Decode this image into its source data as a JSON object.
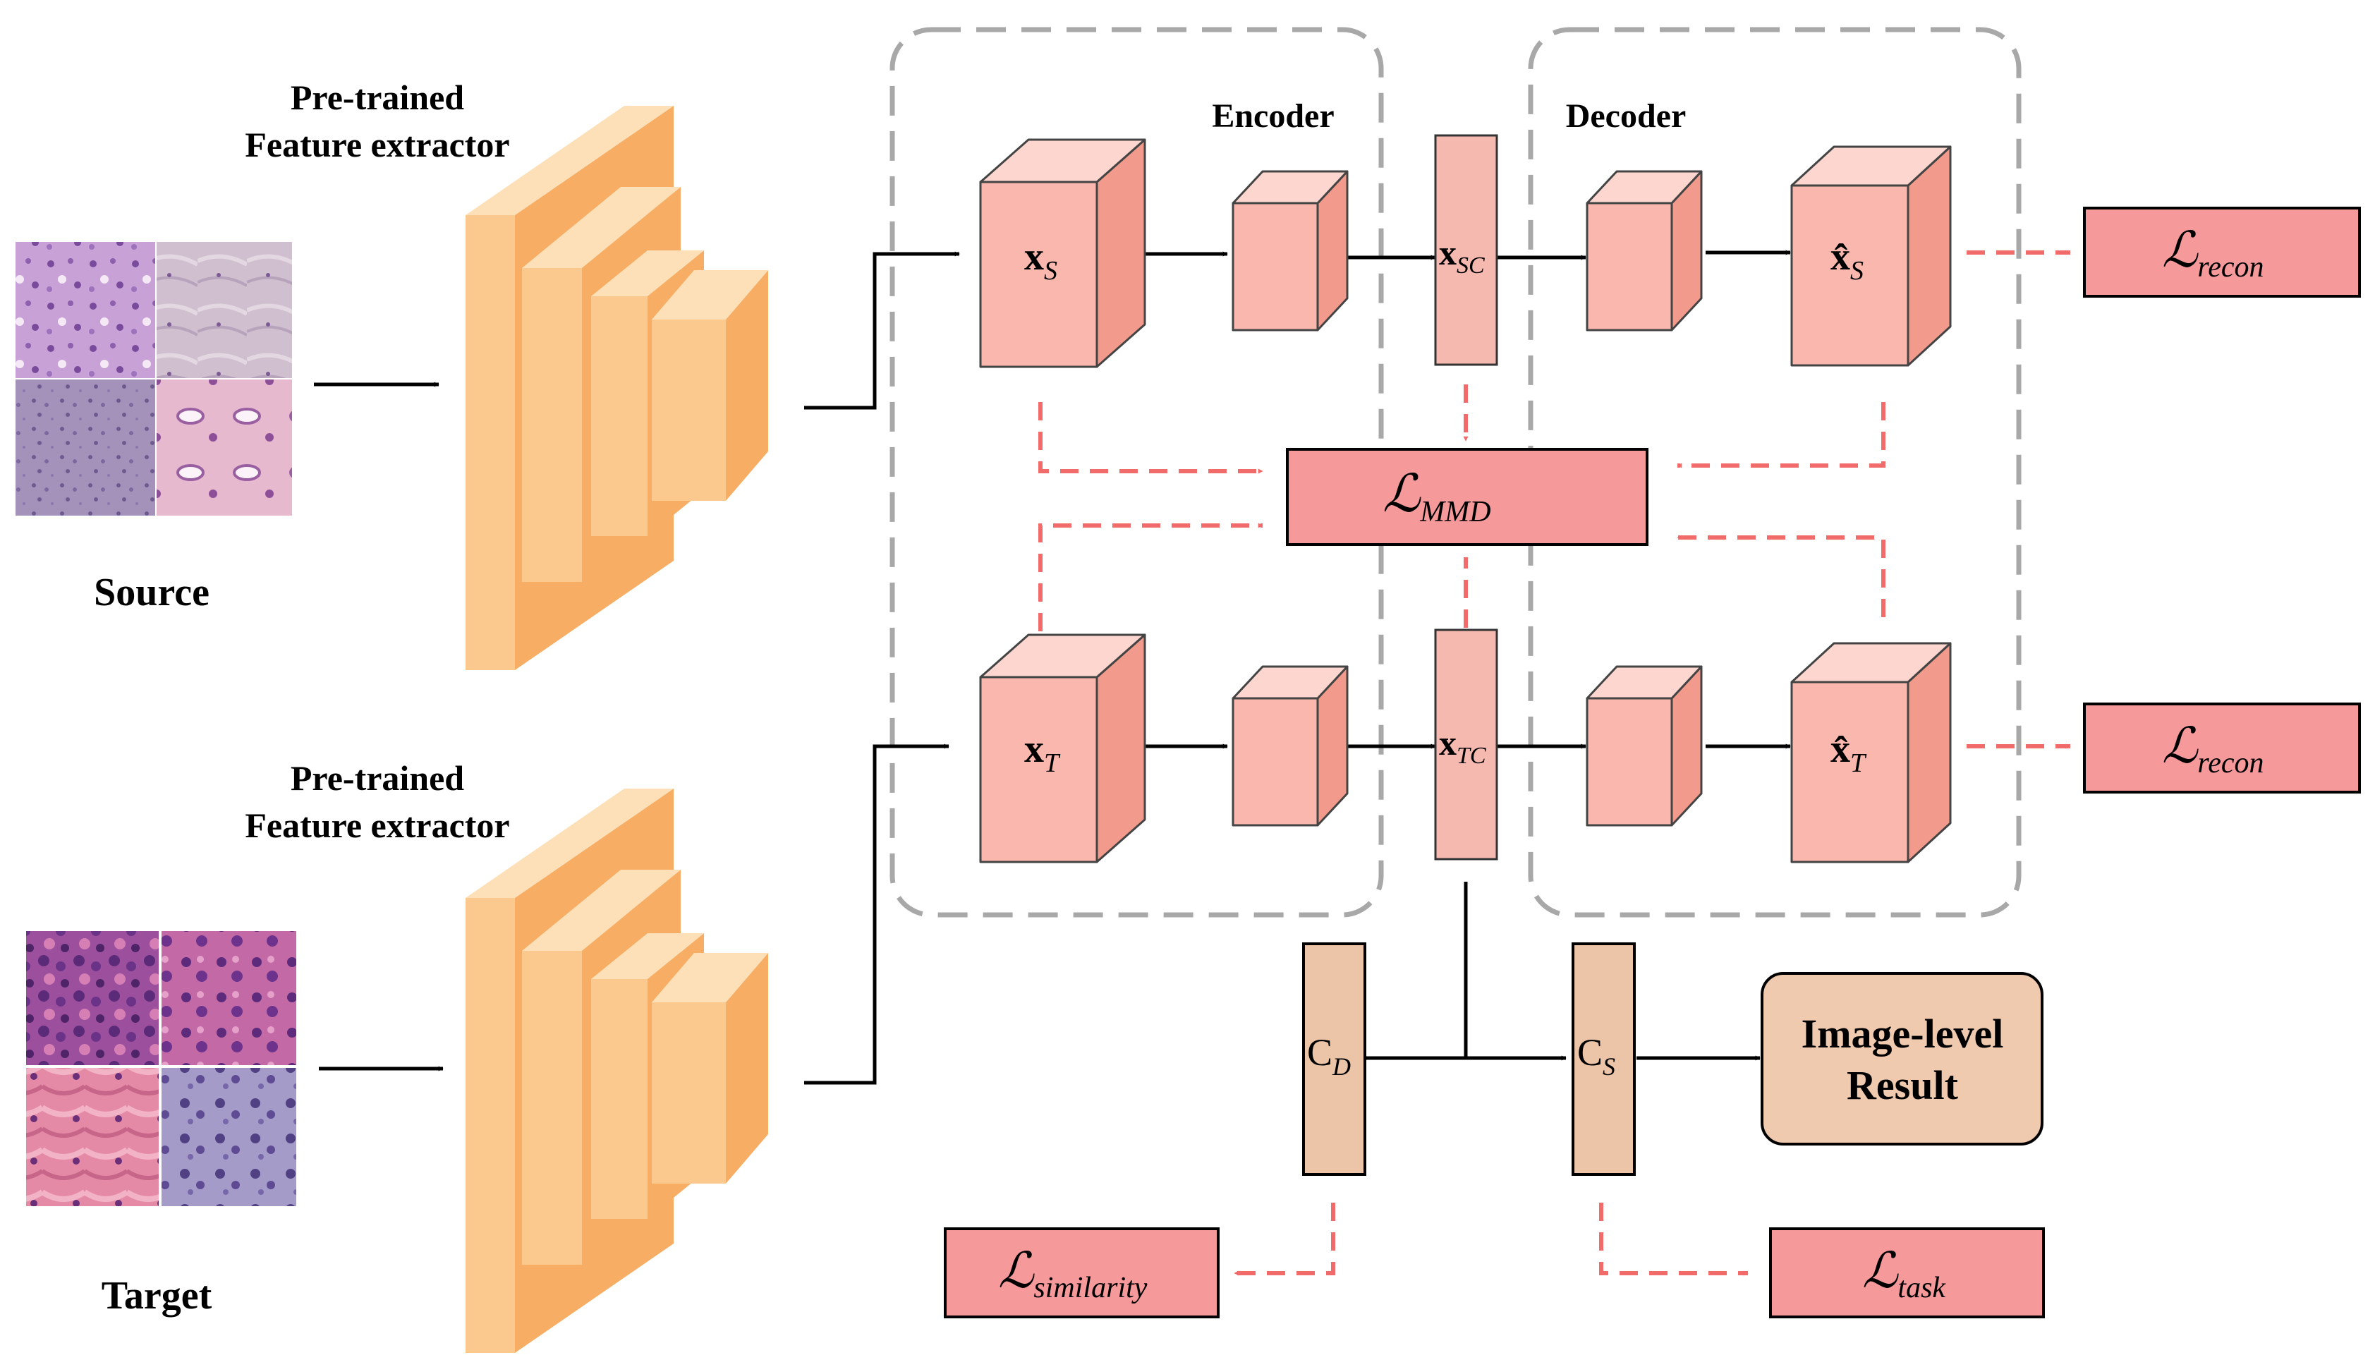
{
  "labels": {
    "extractor_top": [
      "Pre-trained",
      "Feature extractor"
    ],
    "extractor_bottom": [
      "Pre-trained",
      "Feature extractor"
    ],
    "source": "Source",
    "target": "Target",
    "encoder": "Encoder",
    "decoder": "Decoder"
  },
  "features": {
    "xs": {
      "main": "x",
      "sub": "S"
    },
    "xt": {
      "main": "x",
      "sub": "T"
    },
    "xsc": {
      "main": "x",
      "sub": "SC"
    },
    "xtc": {
      "main": "x",
      "sub": "TC"
    },
    "xs_hat": {
      "main": "x̂",
      "sub": "S"
    },
    "xt_hat": {
      "main": "x̂",
      "sub": "T"
    }
  },
  "losses": {
    "recon_top": {
      "main": "ℒ",
      "sub": "recon"
    },
    "recon_bottom": {
      "main": "ℒ",
      "sub": "recon"
    },
    "mmd": {
      "main": "ℒ",
      "sub": "MMD"
    },
    "similarity": {
      "main": "ℒ",
      "sub": "similarity"
    },
    "task": {
      "main": "ℒ",
      "sub": "task"
    }
  },
  "classifiers": {
    "cd": {
      "main": "C",
      "sub": "D"
    },
    "cs": {
      "main": "C",
      "sub": "S"
    }
  },
  "result": [
    "Image-level",
    "Result"
  ],
  "colors": {
    "extractor_front": "#fbc98d",
    "extractor_side": "#f7ad63",
    "extractor_top": "#fde0b8",
    "cube_front": "#f9b7ad",
    "cube_side": "#f29a8c",
    "cube_top": "#fcd6cf",
    "loss_fill": "#f5999b",
    "classifier_fill": "#ecc4a7",
    "result_fill": "#efcaae",
    "dashed_arrow": "#f26b6b",
    "module_border": "#a8a8a8"
  }
}
